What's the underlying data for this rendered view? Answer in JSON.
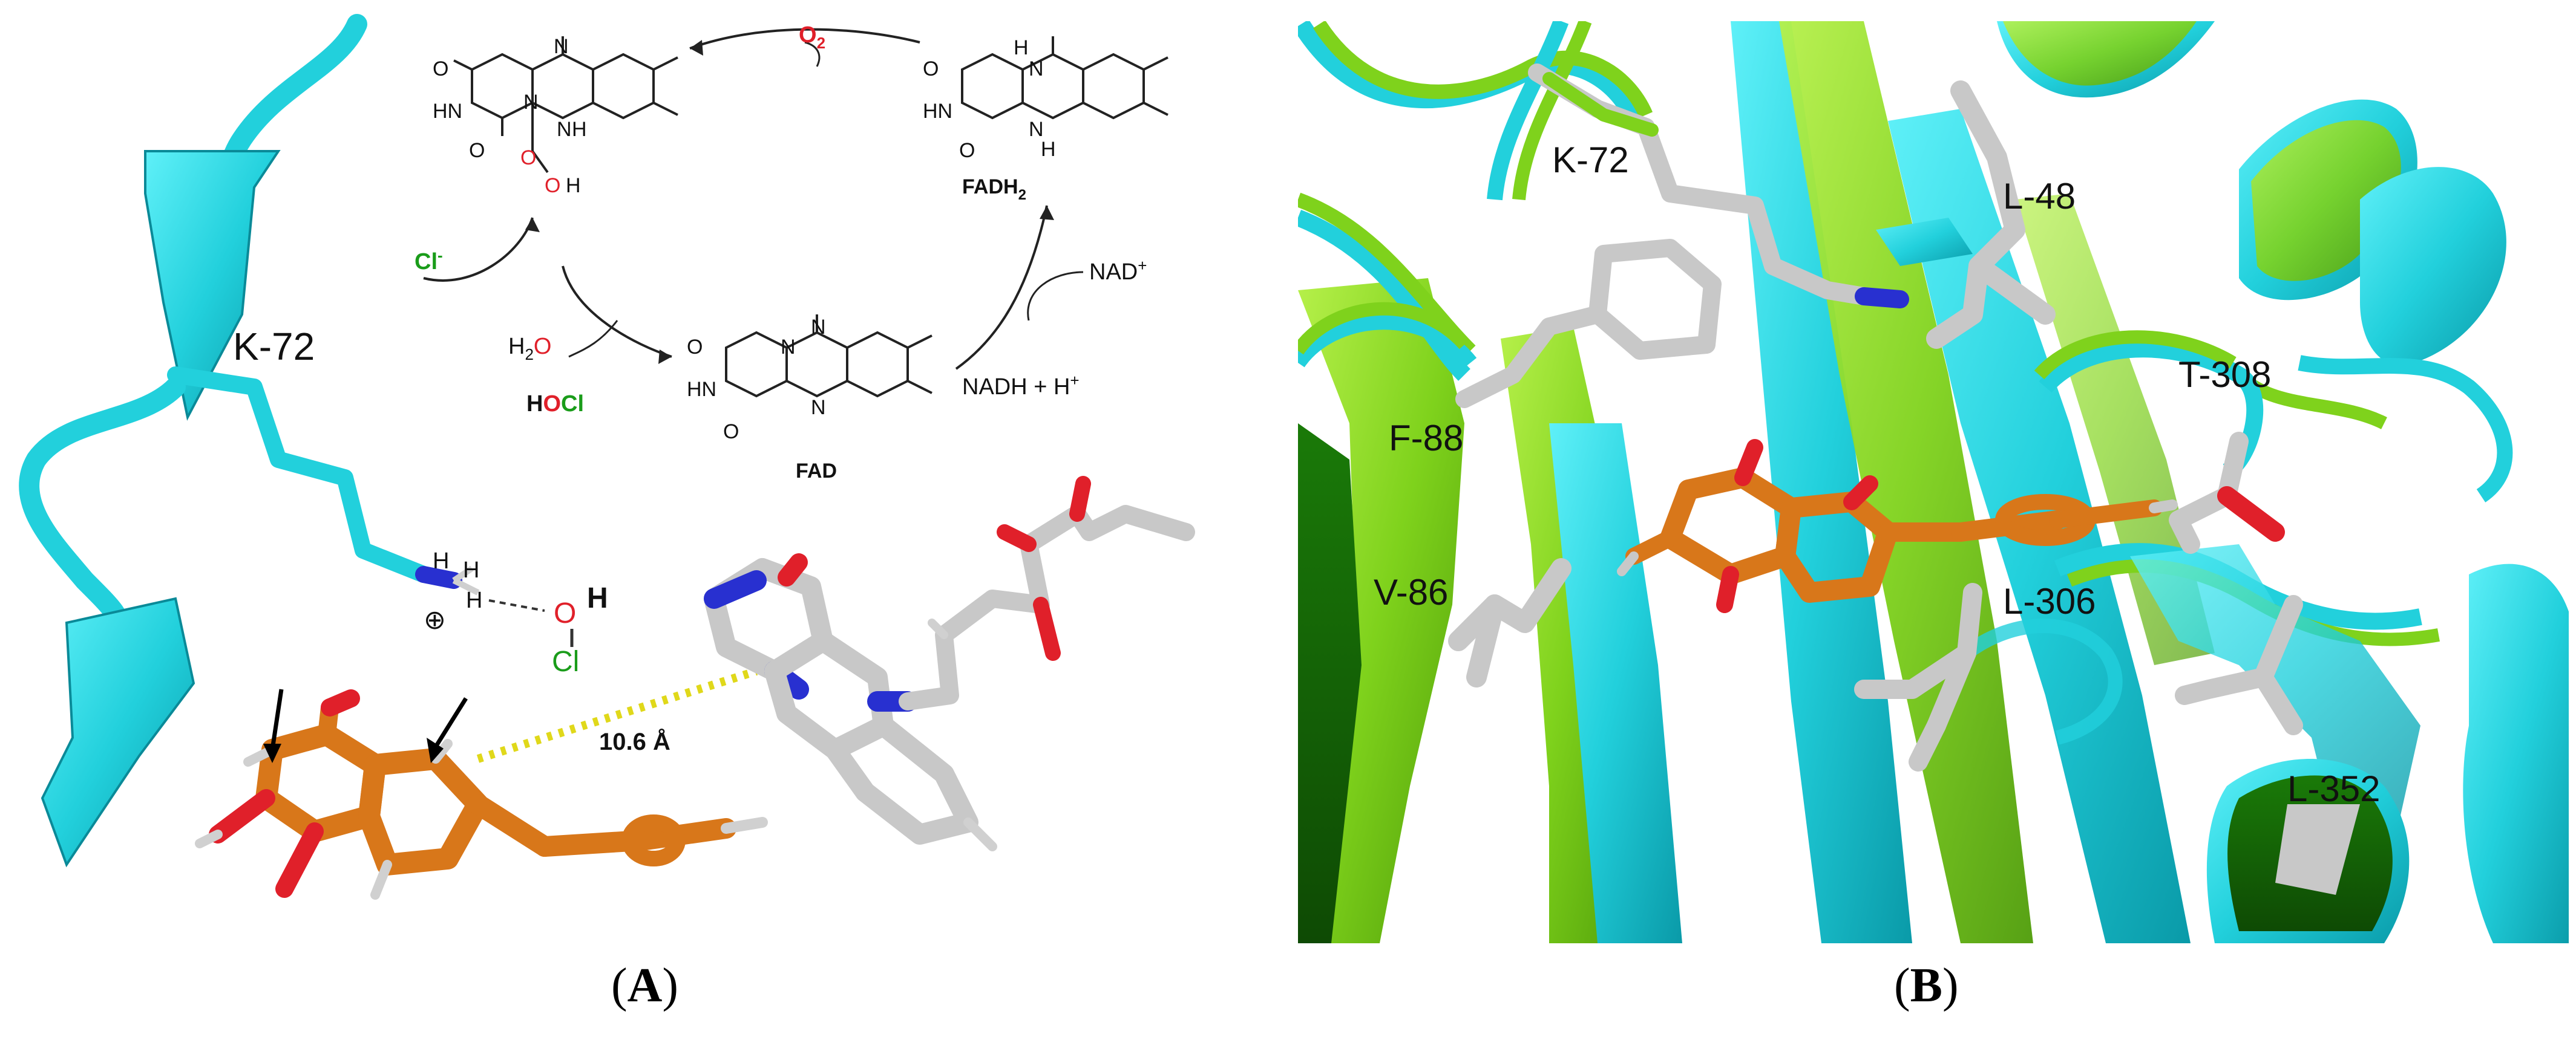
{
  "colors": {
    "cyan": "#22d0dc",
    "green": "#7fd21c",
    "orange": "#d8771a",
    "white_stick": "#c8c8c8",
    "oxygen": "#e0202a",
    "chlorine_text": "#1a9c1a",
    "nitrogen": "#2830d0",
    "yellow_dash": "#e0d81a"
  },
  "panel_a": {
    "caption_open": "(",
    "caption_letter": "A",
    "caption_close": ")",
    "residue_label": "K-72",
    "distance_label": "10.6 Å",
    "hocl_label": {
      "O": "O",
      "H": "H",
      "Cl": "Cl"
    },
    "charge_symbol": "⊕",
    "cycle": {
      "o2": "O",
      "o2_sub": "2",
      "cl_minus": "Cl",
      "cl_minus_sup": "-",
      "h2o_h": "H",
      "h2o_sub": "2",
      "h2o_o": "O",
      "hocl_h": "H",
      "hocl_o": "O",
      "hocl_cl": "Cl",
      "fadh2": "FADH",
      "fadh2_sub": "2",
      "fad": "FAD",
      "nad_plus": "NAD",
      "nad_plus_sup": "+",
      "nadh": "NADH + H",
      "nadh_sup": "+"
    }
  },
  "panel_b": {
    "caption_open": "(",
    "caption_letter": "B",
    "caption_close": ")",
    "residues": [
      "K-72",
      "L-48",
      "T-308",
      "F-88",
      "V-86",
      "L-306",
      "L-352"
    ]
  }
}
